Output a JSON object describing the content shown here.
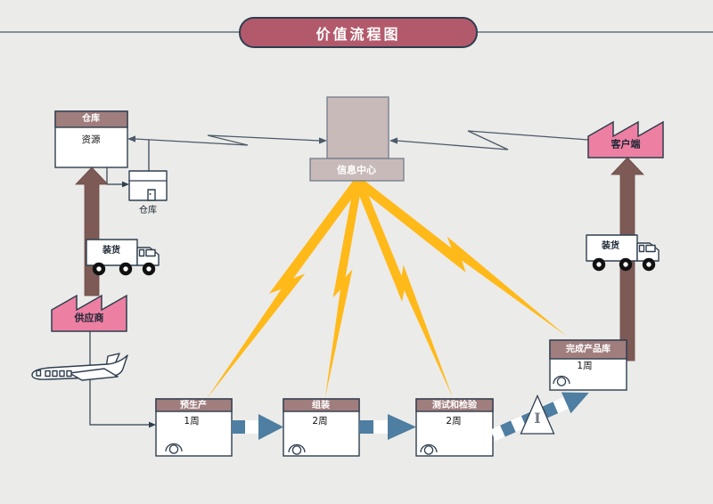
{
  "title": "价值流程图",
  "supply": {
    "warehouse_header": "仓库",
    "warehouse_resource": "资源",
    "small_warehouse": "仓库",
    "truck_label": "装货",
    "supplier": "供应商"
  },
  "info_center": {
    "label": "信息中心"
  },
  "customer": {
    "client": "客户端",
    "truck_label": "装货"
  },
  "finished_store": {
    "name": "完成产品库",
    "duration": "1周",
    "inventory_symbol": "I"
  },
  "processes": [
    {
      "name": "预生产",
      "duration": "1周"
    },
    {
      "name": "组装",
      "duration": "2周"
    },
    {
      "name": "测试和检验",
      "duration": "2周"
    }
  ],
  "colors": {
    "background": "#ebebe9",
    "banner": "#b25a6c",
    "node_header": "#a07e7e",
    "factory_pink": "#ed7fa3",
    "info_center_fill": "#c9baba",
    "material_flow_brown": "#7d5a55",
    "push_arrow_blue": "#4e7ea1",
    "lightning_yellow": "#ffb919",
    "outline_dark": "#2f3e4e",
    "connector_gray": "#4b5a68"
  }
}
